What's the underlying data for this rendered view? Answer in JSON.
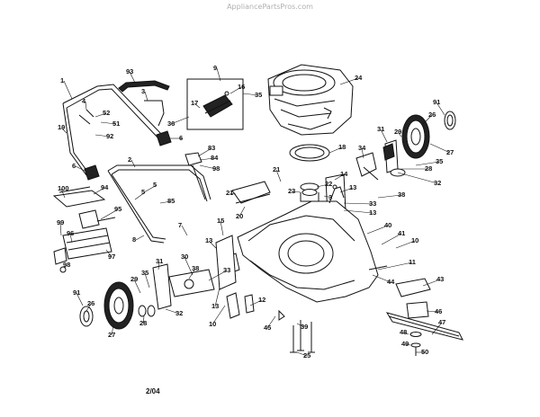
{
  "watermark": "AppliancePartsPros.com",
  "date_code": "2/04",
  "callouts": [
    "1",
    "93",
    "9",
    "24",
    "3",
    "4",
    "52",
    "51",
    "16",
    "35",
    "17",
    "36",
    "91",
    "26",
    "19",
    "92",
    "6",
    "18",
    "83",
    "84",
    "98",
    "31",
    "29",
    "27",
    "34",
    "6",
    "21",
    "14",
    "22",
    "28",
    "35",
    "32",
    "2",
    "5",
    "5",
    "85",
    "23",
    "3",
    "13",
    "38",
    "100",
    "94",
    "95",
    "21",
    "20",
    "33",
    "13",
    "99",
    "96",
    "97",
    "98",
    "7",
    "8",
    "15",
    "13",
    "40",
    "41",
    "10",
    "11",
    "44",
    "31",
    "30",
    "38",
    "35",
    "29",
    "33",
    "91",
    "26",
    "27",
    "28",
    "32",
    "13",
    "12",
    "10",
    "43",
    "46",
    "47",
    "48",
    "49",
    "50",
    "45",
    "39",
    "25"
  ],
  "parts": {
    "engine": "24",
    "handle_upper": "1",
    "handle_lower": "2",
    "deck": "44",
    "blade": "47",
    "rear_wheel": "27",
    "front_wheel": "27",
    "grass_bag": "100"
  }
}
